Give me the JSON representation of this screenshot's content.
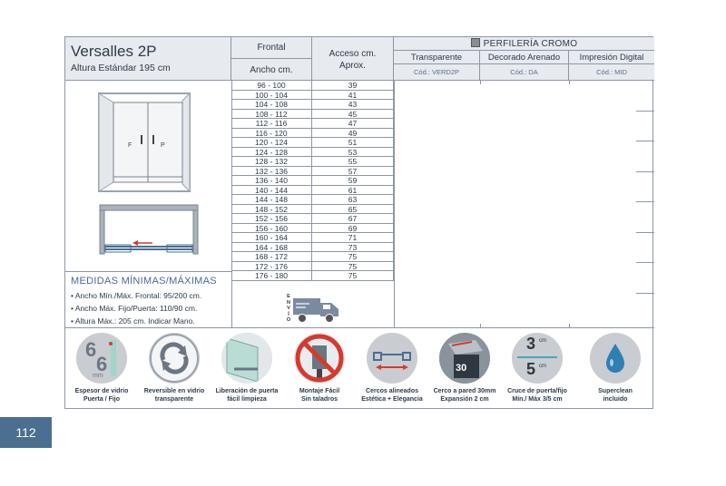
{
  "header": {
    "title": "Versalles 2P",
    "subtitle": "Altura Estándar 195 cm",
    "frontal": "Frontal",
    "ancho": "Ancho cm.",
    "acceso_1": "Acceso cm.",
    "acceso_2": "Aprox.",
    "perfileria": "PERFILERÍA CROMO",
    "columns": [
      {
        "label": "Transparente",
        "code": "Cód.: VERD2P"
      },
      {
        "label": "Decorado Arenado",
        "code": "Cód.: DA"
      },
      {
        "label": "Impresión Digital",
        "code": "Cód.: MID"
      }
    ]
  },
  "rows": [
    {
      "ancho": "96  -  100",
      "acceso": "39"
    },
    {
      "ancho": "100  -  104",
      "acceso": "41"
    },
    {
      "ancho": "104  -  108",
      "acceso": "43"
    },
    {
      "ancho": "108  -  112",
      "acceso": "45"
    },
    {
      "ancho": "112  -  116",
      "acceso": "47"
    },
    {
      "ancho": "116  -  120",
      "acceso": "49"
    },
    {
      "ancho": "120  -  124",
      "acceso": "51"
    },
    {
      "ancho": "124  -  128",
      "acceso": "53"
    },
    {
      "ancho": "128  -  132",
      "acceso": "55"
    },
    {
      "ancho": "132  -  136",
      "acceso": "57"
    },
    {
      "ancho": "136  -  140",
      "acceso": "59"
    },
    {
      "ancho": "140  -  144",
      "acceso": "61"
    },
    {
      "ancho": "144  -  148",
      "acceso": "63"
    },
    {
      "ancho": "148  -  152",
      "acceso": "65"
    },
    {
      "ancho": "152  -  156",
      "acceso": "67"
    },
    {
      "ancho": "156  -  160",
      "acceso": "69"
    },
    {
      "ancho": "160  -  164",
      "acceso": "71"
    },
    {
      "ancho": "164  -  168",
      "acceso": "73"
    },
    {
      "ancho": "168  -  172",
      "acceso": "75"
    },
    {
      "ancho": "172  -  176",
      "acceso": "75"
    },
    {
      "ancho": "176  -  180",
      "acceso": "75"
    }
  ],
  "medidas": {
    "title": "MEDIDAS MÍNIMAS/MÁXIMAS",
    "lines": [
      "• Ancho Mín./Máx. Frontal: 95/200 cm.",
      "• Ancho Máx. Fijo/Puerta: 110/90 cm.",
      "• Altura Máx.: 205 cm. Indicar Mano."
    ]
  },
  "envio": "ENVÍO",
  "features": [
    {
      "icon": "glass-thickness-icon",
      "line1": "Espesor de vidrio",
      "line2": "Puerta / Fijo",
      "n1": "6",
      "n2": "6",
      "unit": "mm"
    },
    {
      "icon": "reversible-icon",
      "line1": "Reversible en vidrio",
      "line2": "transparente"
    },
    {
      "icon": "door-release-icon",
      "line1": "Liberación de puerta",
      "line2": "fácil limpieza"
    },
    {
      "icon": "no-drill-icon",
      "line1": "Montaje Fácil",
      "line2": "Sin taladros"
    },
    {
      "icon": "aligned-frames-icon",
      "line1": "Cercos alineados",
      "line2": "Estética + Elegancia"
    },
    {
      "icon": "wall-frame-icon",
      "line1": "Cerco a pared 30mm",
      "line2": "Expansión 2 cm",
      "n": "30"
    },
    {
      "icon": "door-overlap-icon",
      "line1": "Cruce de puerta/fijo",
      "line2": "Mín./ Máx  3/5 cm",
      "n1": "3",
      "n2": "5",
      "unit": "cm"
    },
    {
      "icon": "superclean-drop-icon",
      "line1": "Superclean",
      "line2": "incluido"
    }
  ],
  "page_number": "112",
  "colors": {
    "accent": "#4a6f91",
    "grid": "#8d97a6",
    "header_bg": "#e7eaef"
  }
}
